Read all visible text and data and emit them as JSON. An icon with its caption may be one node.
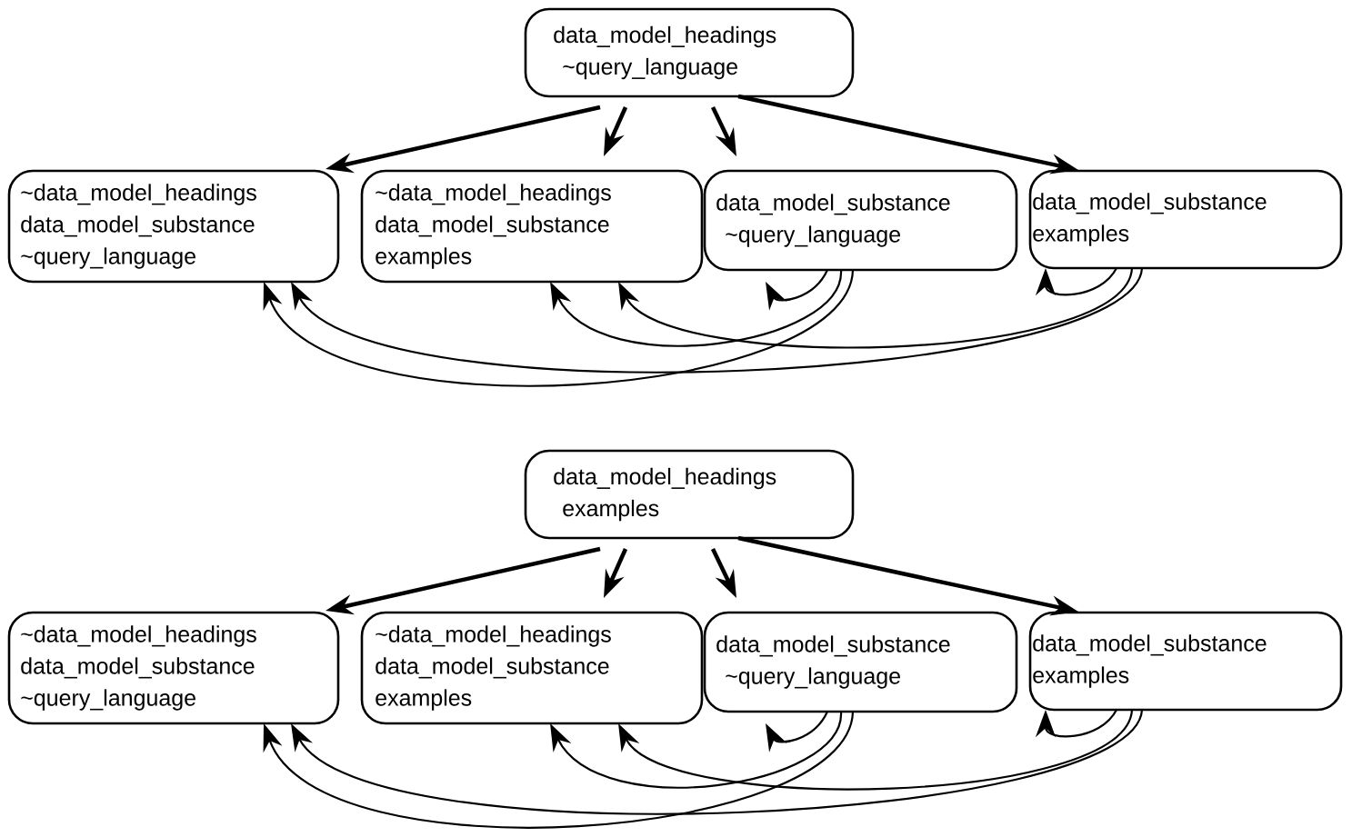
{
  "diagram": {
    "nodes": [
      {
        "text": [
          "data_model_headings",
          "~query_language"
        ]
      },
      {
        "text": [
          "~data_model_headings",
          "data_model_substance",
          "~query_language"
        ]
      },
      {
        "text": [
          "~data_model_headings",
          "data_model_substance",
          "examples"
        ]
      },
      {
        "text": [
          "data_model_substance",
          "~query_language"
        ]
      },
      {
        "text": [
          "data_model_substance",
          "examples"
        ]
      },
      {
        "text": [
          "data_model_headings",
          "examples"
        ]
      },
      {
        "text": [
          "~data_model_headings",
          "data_model_substance",
          "~query_language"
        ]
      },
      {
        "text": [
          "~data_model_headings",
          "data_model_substance",
          "examples"
        ]
      },
      {
        "text": [
          "data_model_substance",
          "~query_language"
        ]
      },
      {
        "text": [
          "data_model_substance",
          "examples"
        ]
      }
    ],
    "edges": [
      {
        "from": 0,
        "to": 1,
        "arrow": "to",
        "style": "thick"
      },
      {
        "from": 0,
        "to": 2,
        "arrow": "to",
        "style": "thick"
      },
      {
        "from": 0,
        "to": 3,
        "arrow": "to",
        "style": "thick"
      },
      {
        "from": 0,
        "to": 4,
        "arrow": "to",
        "style": "thick"
      },
      {
        "from": 3,
        "to": 3,
        "arrow": "to"
      },
      {
        "from": 3,
        "to": 2,
        "arrow": "to"
      },
      {
        "from": 3,
        "to": 1,
        "arrow": "to"
      },
      {
        "from": 4,
        "to": 4,
        "arrow": "to"
      },
      {
        "from": 4,
        "to": 2,
        "arrow": "to"
      },
      {
        "from": 4,
        "to": 1,
        "arrow": "to"
      },
      {
        "from": 5,
        "to": 6,
        "arrow": "to",
        "style": "thick"
      },
      {
        "from": 5,
        "to": 7,
        "arrow": "to",
        "style": "thick"
      },
      {
        "from": 5,
        "to": 8,
        "arrow": "to",
        "style": "thick"
      },
      {
        "from": 5,
        "to": 9,
        "arrow": "to",
        "style": "thick"
      },
      {
        "from": 8,
        "to": 8,
        "arrow": "to"
      },
      {
        "from": 8,
        "to": 7,
        "arrow": "to"
      },
      {
        "from": 8,
        "to": 6,
        "arrow": "to"
      },
      {
        "from": 9,
        "to": 9,
        "arrow": "to"
      },
      {
        "from": 9,
        "to": 7,
        "arrow": "to"
      },
      {
        "from": 9,
        "to": 6,
        "arrow": "to"
      }
    ]
  }
}
